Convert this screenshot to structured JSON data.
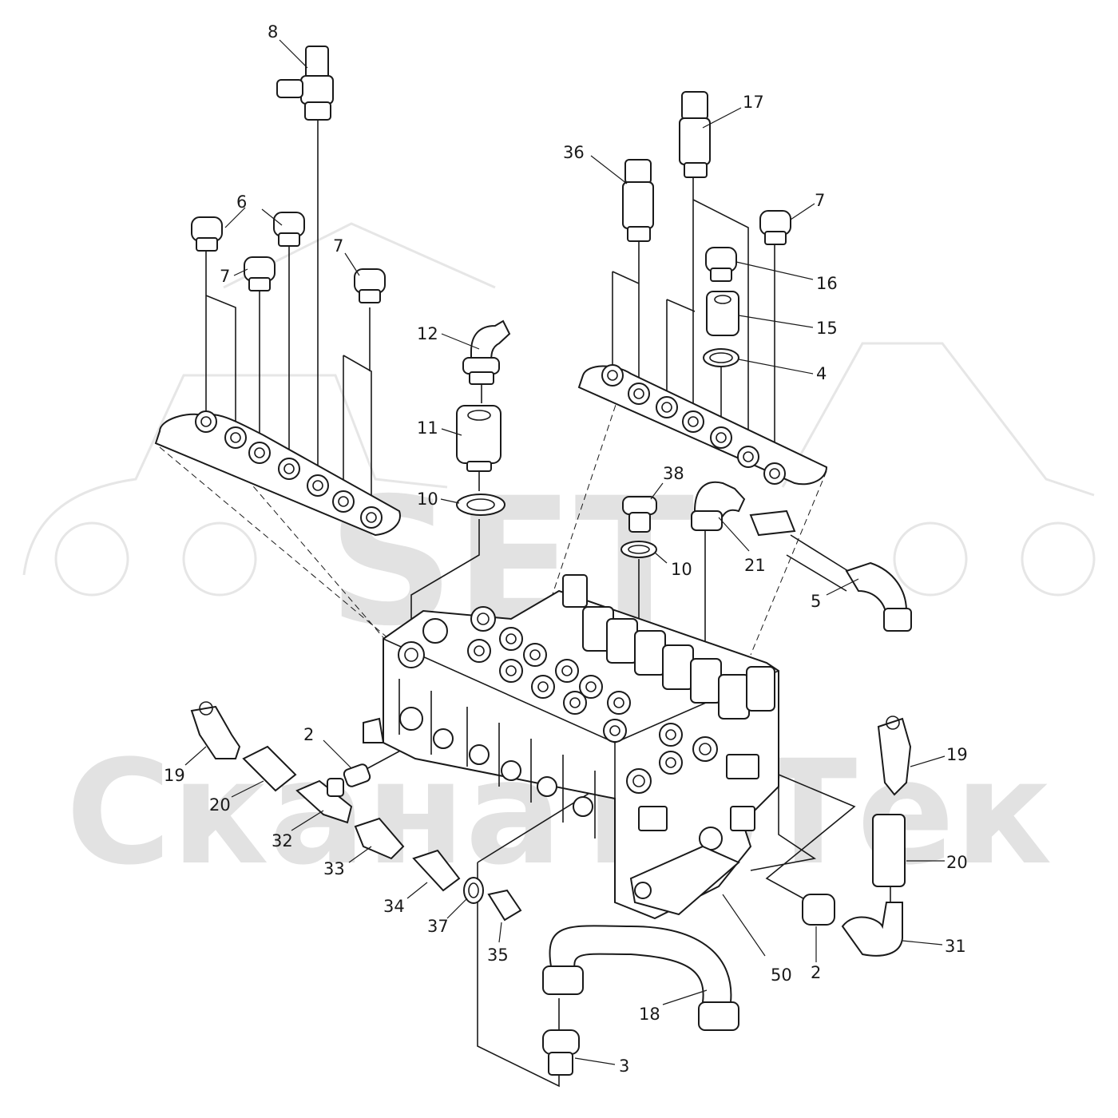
{
  "watermark": {
    "brand": "SET",
    "company": "СканаТоТек"
  },
  "callouts": [
    {
      "id": "c8",
      "label": "8"
    },
    {
      "id": "c6",
      "label": "6"
    },
    {
      "id": "c7a",
      "label": "7"
    },
    {
      "id": "c7b",
      "label": "7"
    },
    {
      "id": "c12",
      "label": "12"
    },
    {
      "id": "c11",
      "label": "11"
    },
    {
      "id": "c10a",
      "label": "10"
    },
    {
      "id": "c36",
      "label": "36"
    },
    {
      "id": "c17",
      "label": "17"
    },
    {
      "id": "c7c",
      "label": "7"
    },
    {
      "id": "c16",
      "label": "16"
    },
    {
      "id": "c15",
      "label": "15"
    },
    {
      "id": "c4",
      "label": "4"
    },
    {
      "id": "c38",
      "label": "38"
    },
    {
      "id": "c10b",
      "label": "10"
    },
    {
      "id": "c21",
      "label": "21"
    },
    {
      "id": "c5",
      "label": "5"
    },
    {
      "id": "c19a",
      "label": "19"
    },
    {
      "id": "c20a",
      "label": "20"
    },
    {
      "id": "c2a",
      "label": "2"
    },
    {
      "id": "c32",
      "label": "32"
    },
    {
      "id": "c33",
      "label": "33"
    },
    {
      "id": "c34",
      "label": "34"
    },
    {
      "id": "c37",
      "label": "37"
    },
    {
      "id": "c35",
      "label": "35"
    },
    {
      "id": "c19b",
      "label": "19"
    },
    {
      "id": "c20b",
      "label": "20"
    },
    {
      "id": "c2b",
      "label": "2"
    },
    {
      "id": "c31",
      "label": "31"
    },
    {
      "id": "c50",
      "label": "50"
    },
    {
      "id": "c18",
      "label": "18"
    },
    {
      "id": "c3",
      "label": "3"
    }
  ]
}
